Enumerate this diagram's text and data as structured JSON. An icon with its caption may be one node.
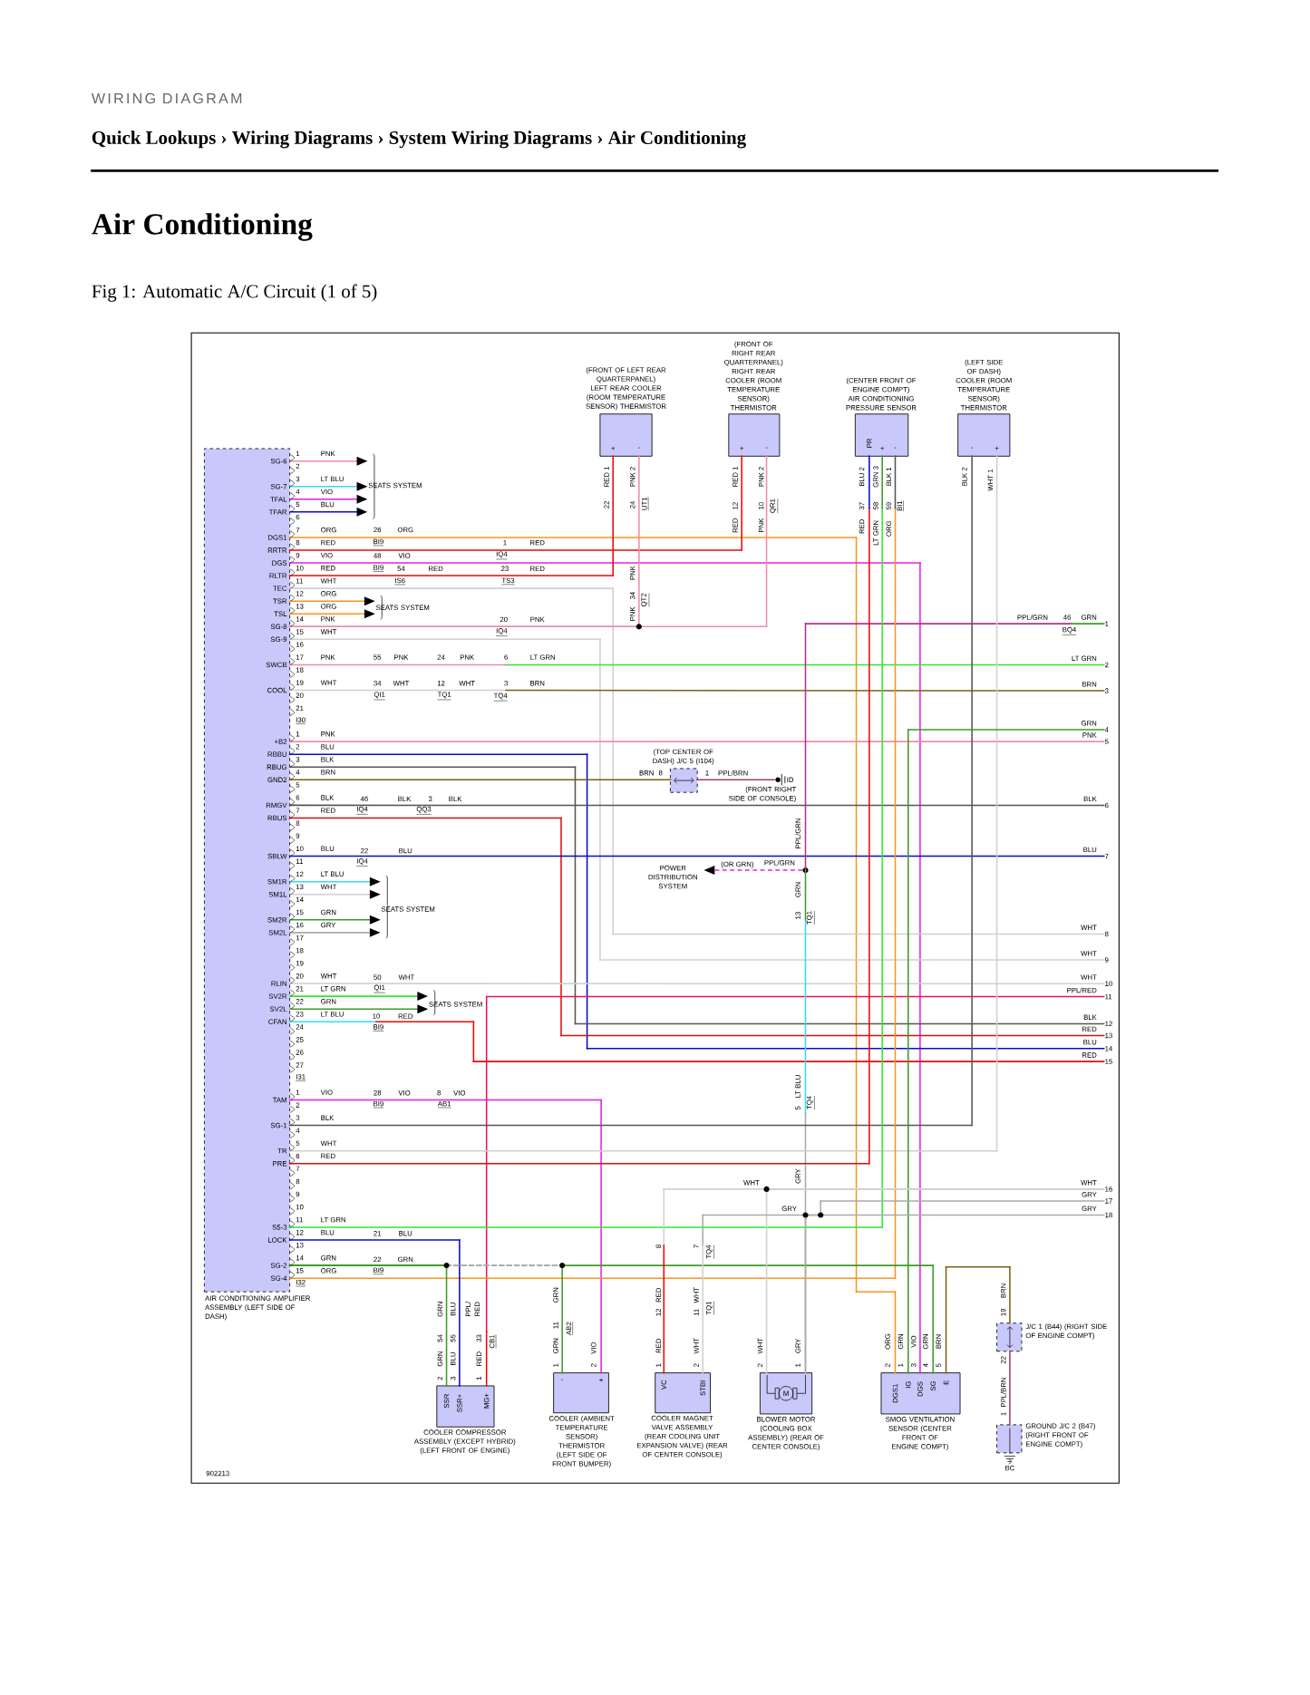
{
  "diagram": {
    "title": "Air Conditioning",
    "caption": "Fig 1: Automatic A/C Circuit (1 of 5)",
    "nodes": [
      {
        "text": [
          "AIR CONDITIONING AMPLIFIER ASSEMBLY (LEFT SIDE OF DASH)",
          "SG-6",
          "SG-7",
          "TFAL",
          "TFAR",
          "DGS1",
          "RRTR",
          "DGS",
          "RLTR",
          "TEC",
          "TSR",
          "TSL",
          "SG-8",
          "SG-9",
          "SWCB",
          "COOL",
          "+B2",
          "RBBU",
          "RBUG",
          "GND2",
          "RMGV",
          "RBUS",
          "SBLW",
          "SM1R",
          "SM1L",
          "SM2R",
          "SM2L",
          "RLIN",
          "SV2R",
          "SV2L",
          "CFAN",
          "TAM",
          "SG-1",
          "TR",
          "PRE",
          "S5-3",
          "LOCK",
          "SG-2",
          "SG-4"
        ]
      },
      {
        "text": [
          "(FRONT OF LEFT REAR QUARTERPANEL) LEFT REAR COOLER (ROOM TEMPERATURE SENSOR) THERMISTOR",
          "+",
          "-"
        ]
      },
      {
        "text": [
          "(FRONT OF RIGHT REAR QUARTERPANEL) RIGHT REAR COOLER (ROOM TEMPERATURE SENSOR) THERMISTOR",
          "+",
          "-"
        ]
      },
      {
        "text": [
          "(CENTER FRONT OF ENGINE COMPT) AIR CONDITIONING PRESSURE SENSOR",
          "PR",
          "+",
          "-"
        ]
      },
      {
        "text": [
          "(LEFT SIDE OF DASH) COOLER (ROOM TEMPERATURE SENSOR) THERMISTOR",
          "-",
          "+"
        ]
      },
      {
        "text": [
          "(TOP CENTER OF DASH) J/C 5 (I104)"
        ]
      },
      {
        "text": [
          "ID"
        ],
        "beside": [
          "(FRONT RIGHT SIDE OF CONSOLE)"
        ]
      },
      {
        "text": [
          "POWER DISTRIBUTION SYSTEM"
        ]
      },
      {
        "text": [
          "SEATS SYSTEM"
        ]
      },
      {
        "text": [
          "SEATS SYSTEM"
        ]
      },
      {
        "text": [
          "SEATS SYSTEM"
        ]
      },
      {
        "text": [
          "SEATS SYSTEM"
        ]
      },
      {
        "text": [
          "SSR",
          "SSR+",
          "MG+",
          "COOLER COMPRESSOR ASSEMBLY (EXCEPT HYBRID) (LEFT FRONT OF ENGINE)"
        ]
      },
      {
        "text": [
          "-",
          "+",
          "COOLER (AMBIENT TEMPERATURE SENSOR) THERMISTOR (LEFT SIDE OF FRONT BUMPER)"
        ]
      },
      {
        "text": [
          "VC",
          "STBI",
          "COOLER MAGNET VALVE ASSEMBLY (REAR COOLING UNIT EXPANSION VALVE) (REAR OF CENTER CONSOLE)"
        ]
      },
      {
        "text": [
          "M",
          "BLOWER MOTOR (COOLING BOX ASSEMBLY) (REAR OF CENTER CONSOLE)"
        ]
      },
      {
        "text": [
          "DGS1",
          "IG",
          "DGS",
          "SG",
          "E",
          "SMOG VENTILATION SENSOR (CENTER FRONT OF ENGINE COMPT)"
        ]
      },
      {
        "text": [
          "J/C 1 (B44) (RIGHT SIDE OF ENGINE COMPT)"
        ]
      },
      {
        "text": [
          "GROUND J/C 2 (B47) (RIGHT FRONT OF ENGINE COMPT)"
        ],
        "beside": [
          "BC"
        ]
      },
      {
        "text": [
          "1"
        ]
      },
      {
        "text": [
          "2"
        ]
      },
      {
        "text": [
          "3"
        ]
      },
      {
        "text": [
          "4"
        ]
      },
      {
        "text": [
          "5"
        ]
      },
      {
        "text": [
          "6"
        ]
      },
      {
        "text": [
          "7"
        ]
      },
      {
        "text": [
          "8"
        ]
      },
      {
        "text": [
          "9"
        ]
      },
      {
        "text": [
          "10"
        ]
      },
      {
        "text": [
          "11"
        ]
      },
      {
        "text": [
          "12"
        ]
      },
      {
        "text": [
          "13"
        ]
      },
      {
        "text": [
          "14"
        ]
      },
      {
        "text": [
          "15"
        ]
      },
      {
        "text": [
          "16"
        ]
      },
      {
        "text": [
          "17"
        ]
      },
      {
        "text": [
          "18"
        ]
      },
      {
        "text": [],
        "shape": "circle"
      }
    ],
    "edges": [
      {
        "from": 0,
        "to": 8,
        "arrow": "to",
        "color": "#f08caa"
      },
      {
        "from": 0,
        "to": 8,
        "arrow": "to",
        "color": "#30e0f0"
      },
      {
        "from": 0,
        "to": 8,
        "arrow": "to",
        "color": "#e61ee6"
      },
      {
        "from": 0,
        "to": 8,
        "arrow": "to",
        "color": "#0a0ac8"
      },
      {
        "from": 0,
        "to": 16,
        "arrow": "none",
        "color": "#f5961e"
      },
      {
        "from": 0,
        "to": 2,
        "arrow": "none",
        "color": "#e60a0a"
      },
      {
        "from": 0,
        "to": 16,
        "arrow": "none",
        "color": "#e61ee6"
      },
      {
        "from": 0,
        "to": 1,
        "arrow": "none",
        "color": "#e60a0a"
      },
      {
        "from": 0,
        "to": 26,
        "arrow": "none",
        "color": "#d0d0d0"
      },
      {
        "from": 0,
        "to": 9,
        "arrow": "to",
        "color": "#f5961e"
      },
      {
        "from": 0,
        "to": 9,
        "arrow": "to",
        "color": "#f5961e"
      },
      {
        "from": 0,
        "to": 1,
        "arrow": "none",
        "color": "#f08caa"
      },
      {
        "from": 0,
        "to": 2,
        "arrow": "none",
        "color": "#f08caa"
      },
      {
        "from": 0,
        "to": 27,
        "arrow": "none",
        "color": "#d0d0d0"
      },
      {
        "from": 0,
        "to": 20,
        "arrow": "none",
        "color": "#32e632"
      },
      {
        "from": 0,
        "to": 21,
        "arrow": "none",
        "color": "#7d5f14"
      },
      {
        "from": 0,
        "to": 23,
        "arrow": "none",
        "color": "#f08caa"
      },
      {
        "from": 0,
        "to": 32,
        "arrow": "none",
        "color": "#0a0ac8"
      },
      {
        "from": 0,
        "to": 30,
        "arrow": "none",
        "color": "#555555"
      },
      {
        "from": 0,
        "to": 5,
        "arrow": "none",
        "color": "#7d5f14"
      },
      {
        "from": 5,
        "to": 6,
        "arrow": "none",
        "color": "#a03c6e"
      },
      {
        "from": 0,
        "to": 24,
        "arrow": "none",
        "color": "#555555"
      },
      {
        "from": 0,
        "to": 31,
        "arrow": "none",
        "color": "#e60a0a"
      },
      {
        "from": 0,
        "to": 25,
        "arrow": "none",
        "color": "#0a0ac8"
      },
      {
        "from": 0,
        "to": 10,
        "arrow": "to",
        "color": "#30e0f0"
      },
      {
        "from": 0,
        "to": 10,
        "arrow": "to",
        "color": "#d0d0d0"
      },
      {
        "from": 0,
        "to": 10,
        "arrow": "to",
        "color": "#3c9b28"
      },
      {
        "from": 0,
        "to": 10,
        "arrow": "to",
        "color": "#aaaaaa"
      },
      {
        "from": 0,
        "to": 28,
        "arrow": "none",
        "color": "#d0d0d0"
      },
      {
        "from": 0,
        "to": 11,
        "arrow": "to",
        "color": "#32e632"
      },
      {
        "from": 0,
        "to": 11,
        "arrow": "to",
        "color": "#3c9b28"
      },
      {
        "from": 0,
        "to": 33,
        "arrow": "none",
        "color": "#e60a0a"
      },
      {
        "from": 29,
        "to": 12,
        "arrow": "none",
        "color": "#e6145a"
      },
      {
        "from": 19,
        "to": 15,
        "arrow": "none",
        "color": "#b4328c"
      },
      {
        "from": 37,
        "to": 7,
        "arrow": "to",
        "color": "#e61ee6",
        "style": "dashed"
      },
      {
        "from": 0,
        "to": 13,
        "arrow": "none",
        "color": "#e61ee6"
      },
      {
        "from": 0,
        "to": 4,
        "arrow": "none",
        "color": "#555555"
      },
      {
        "from": 0,
        "to": 4,
        "arrow": "none",
        "color": "#d0d0d0"
      },
      {
        "from": 0,
        "to": 3,
        "arrow": "none",
        "color": "#e60a0a"
      },
      {
        "from": 0,
        "to": 3,
        "arrow": "none",
        "color": "#32e632"
      },
      {
        "from": 0,
        "to": 3,
        "arrow": "none",
        "color": "#f5961e"
      },
      {
        "from": 0,
        "to": 12,
        "arrow": "none",
        "color": "#0a0ac8"
      },
      {
        "from": 0,
        "to": 12,
        "arrow": "none",
        "color": "#3c9b28"
      },
      {
        "from": 0,
        "to": 13,
        "arrow": "none",
        "color": "#3c9b28"
      },
      {
        "from": 0,
        "to": 16,
        "arrow": "none",
        "color": "#3c9b28"
      },
      {
        "from": 22,
        "to": 16,
        "arrow": "none",
        "color": "#3c9b28"
      },
      {
        "from": 16,
        "to": 17,
        "arrow": "none",
        "color": "#7d5f14"
      },
      {
        "from": 17,
        "to": 18,
        "arrow": "none",
        "color": "#a03c6e"
      },
      {
        "from": 34,
        "to": 14,
        "arrow": "none",
        "color": "#d0d0d0"
      },
      {
        "from": 34,
        "to": 15,
        "arrow": "none",
        "color": "#d0d0d0"
      },
      {
        "from": 36,
        "to": 14,
        "arrow": "none",
        "color": "#aaaaaa"
      },
      {
        "from": 35,
        "to": 15,
        "arrow": "none",
        "color": "#aaaaaa"
      }
    ],
    "labels": [
      "WIRING DIAGRAM",
      "Quick Lookups › Wiring Diagrams › System Wiring Diagrams › Air Conditioning",
      "1",
      "PNK",
      "2",
      "3",
      "LT BLU",
      "4",
      "VIO",
      "5",
      "BLU",
      "6",
      "7",
      "ORG",
      "8",
      "RED",
      "9",
      "VIO",
      "10",
      "RED",
      "11",
      "WHT",
      "12",
      "ORG",
      "13",
      "ORG",
      "14",
      "PNK",
      "15",
      "WHT",
      "16",
      "17",
      "PNK",
      "18",
      "19",
      "WHT",
      "20",
      "21",
      "I30",
      "1",
      "PNK",
      "2",
      "BLU",
      "3",
      "BLK",
      "4",
      "BRN",
      "5",
      "6",
      "BLK",
      "7",
      "RED",
      "8",
      "9",
      "10",
      "BLU",
      "11",
      "12",
      "LT BLU",
      "13",
      "WHT",
      "14",
      "15",
      "GRN",
      "16",
      "GRY",
      "17",
      "18",
      "19",
      "20",
      "WHT",
      "21",
      "LT GRN",
      "22",
      "GRN",
      "23",
      "LT BLU",
      "24",
      "25",
      "26",
      "27",
      "I31",
      "1",
      "VIO",
      "2",
      "3",
      "BLK",
      "4",
      "5",
      "WHT",
      "6",
      "RED",
      "7",
      "8",
      "9",
      "10",
      "11",
      "LT GRN",
      "12",
      "BLU",
      "13",
      "14",
      "GRN",
      "15",
      "ORG",
      "I32",
      "26",
      "ORG",
      "BI9",
      "1",
      "RED",
      "48",
      "VIO",
      "IQ4",
      "BI9",
      "54",
      "RED",
      "23",
      "RED",
      "IS6",
      "TS3",
      "20",
      "PNK",
      "IQ4",
      "55",
      "PNK",
      "24",
      "PNK",
      "6",
      "LT GRN",
      "34",
      "WHT",
      "12",
      "WHT",
      "3",
      "BRN",
      "QI1",
      "TQ1",
      "TQ4",
      "46",
      "BLK",
      "3",
      "BLK",
      "IQ4",
      "QQ3",
      "22",
      "BLU",
      "IQ4",
      "50",
      "WHT",
      "QI1",
      "10",
      "RED",
      "BI9",
      "28",
      "VIO",
      "8",
      "VIO",
      "BI9",
      "AB1",
      "21",
      "BLU",
      "22",
      "GRN",
      "BI9",
      "RED 1",
      "PNK 2",
      "22",
      "24",
      "UT1",
      "PNK",
      "34",
      "QT2",
      "PNK",
      "RED 1",
      "PNK 2",
      "12",
      "10",
      "QR1",
      "RED",
      "PNK",
      "BLU 2",
      "GRN 3",
      "BLK 1",
      "37",
      "58",
      "59",
      "BI1",
      "RED",
      "LT GRN",
      "ORG",
      "BLK 2",
      "WHT 1",
      "BRN",
      "8",
      "1",
      "PPL/BRN",
      "PPL/GRN",
      "(OR GRN)",
      "PPL/GRN",
      "GRN",
      "13",
      "TQ1",
      "LT BLU",
      "5",
      "TQ4",
      "GRY",
      "WHT",
      "GRY",
      "8",
      "7",
      "TQ4",
      "RED",
      "12",
      "WHT",
      "11",
      "TQ1",
      "RED",
      "1",
      "WHT",
      "2",
      "WHT",
      "2",
      "GRY",
      "1",
      "ORG",
      "GRN",
      "VIO",
      "GRN",
      "BRN",
      "2",
      "1",
      "3",
      "4",
      "5",
      "BRN",
      "19",
      "22",
      "PPL/BRN",
      "1",
      "GRN",
      "BLU",
      "PPL/ RED",
      "54",
      "55",
      "33",
      "CB1",
      "GRN",
      "BLU",
      "RED",
      "2",
      "3",
      "1",
      "GRN",
      "11",
      "AB2",
      "GRN",
      "1",
      "VIO",
      "2",
      "PPL/GRN",
      "46",
      "GRN",
      "BQ4",
      "LT GRN",
      "BRN",
      "GRN",
      "PNK",
      "BLK",
      "BLU",
      "WHT",
      "WHT",
      "WHT",
      "PPL/RED",
      "BLK",
      "RED",
      "BLU",
      "RED",
      "WHT",
      "GRY",
      "GRY",
      "902213"
    ]
  }
}
